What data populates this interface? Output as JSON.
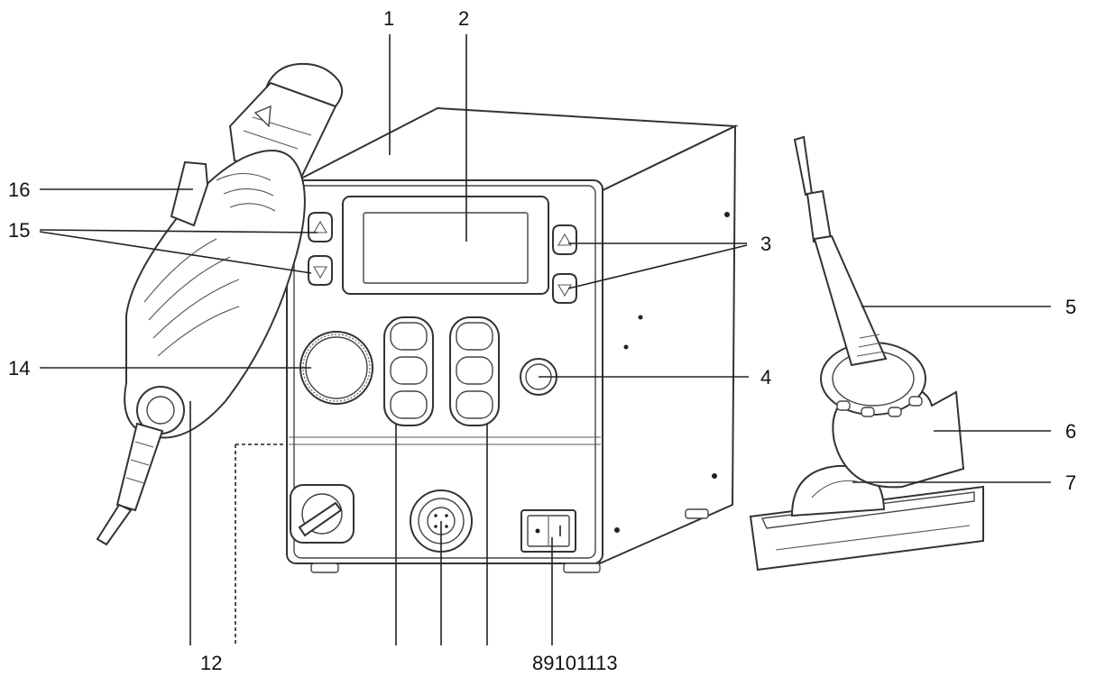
{
  "callouts": {
    "c1": "1",
    "c2": "2",
    "c3": "3",
    "c4": "4",
    "c5": "5",
    "c6": "6",
    "c7": "7",
    "c12": "12",
    "c14": "14",
    "c15": "15",
    "c16": "16",
    "c89101113": "89101113"
  }
}
